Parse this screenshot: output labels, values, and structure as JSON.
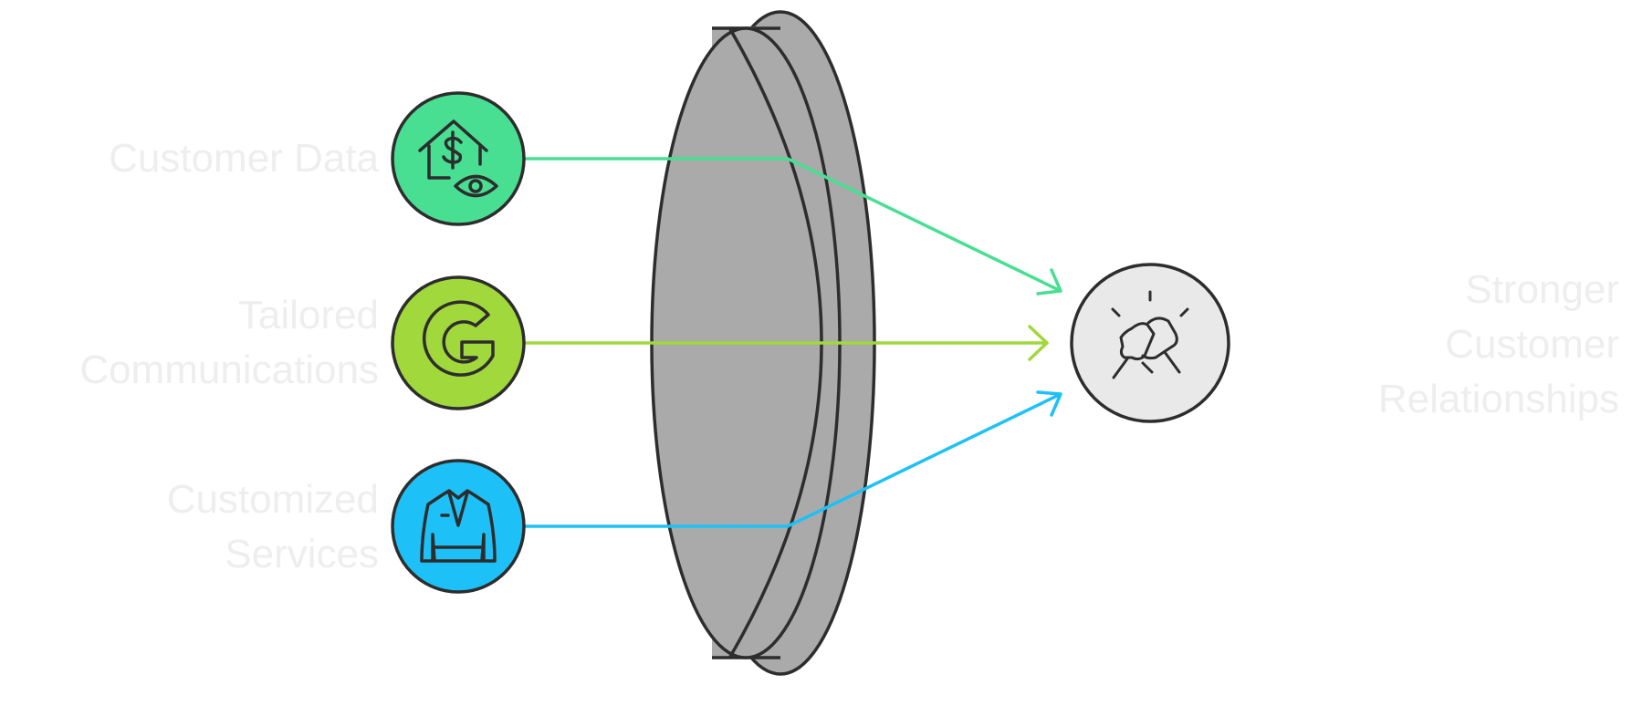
{
  "inputs": [
    {
      "label_lines": [
        "Customer Data"
      ],
      "color": "#48df93",
      "icon": "house-dollar-eye-icon"
    },
    {
      "label_lines": [
        "Tailored",
        "Communications"
      ],
      "color": "#a1d83b",
      "icon": "letter-g-icon"
    },
    {
      "label_lines": [
        "Customized",
        "Services"
      ],
      "color": "#1ec1f7",
      "icon": "jacket-icon"
    }
  ],
  "lens": {
    "fill": "#aaaaaa",
    "stroke": "#2d2d2d"
  },
  "output": {
    "label_lines": [
      "Stronger",
      "Customer",
      "Relationships"
    ],
    "color": "#e9e9e9",
    "icon": "handshake-icon"
  },
  "label_color": "#eeeeee"
}
